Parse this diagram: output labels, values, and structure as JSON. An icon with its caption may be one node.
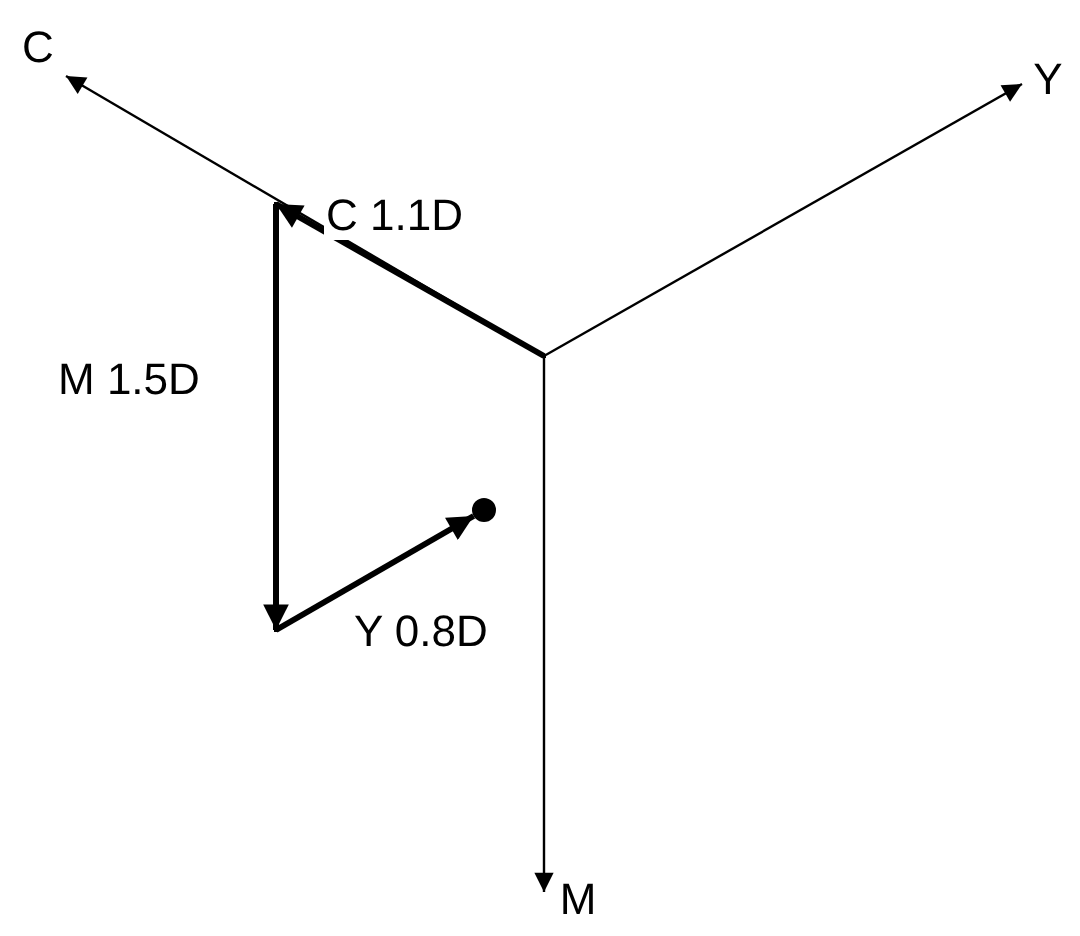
{
  "diagram": {
    "nodes": [
      {
        "text": [],
        "shape": "point"
      },
      {
        "text": [
          "C"
        ]
      },
      {
        "text": [
          "Y"
        ]
      },
      {
        "text": [
          "M"
        ]
      },
      {
        "text": [],
        "shape": "point"
      },
      {
        "text": [],
        "shape": "point"
      },
      {
        "text": [],
        "shape": "circle"
      }
    ],
    "edges": [
      {
        "from": 0,
        "to": 1,
        "arrow": "to"
      },
      {
        "from": 0,
        "to": 2,
        "arrow": "to"
      },
      {
        "from": 0,
        "to": 3,
        "arrow": "to"
      },
      {
        "from": 0,
        "to": 4,
        "arrow": "to",
        "label": "C 1.1D",
        "style": "thick"
      },
      {
        "from": 4,
        "to": 5,
        "arrow": "to",
        "label": "M 1.5D",
        "style": "thick"
      },
      {
        "from": 5,
        "to": 6,
        "arrow": "to",
        "label": "Y 0.8D",
        "style": "thick"
      }
    ]
  }
}
